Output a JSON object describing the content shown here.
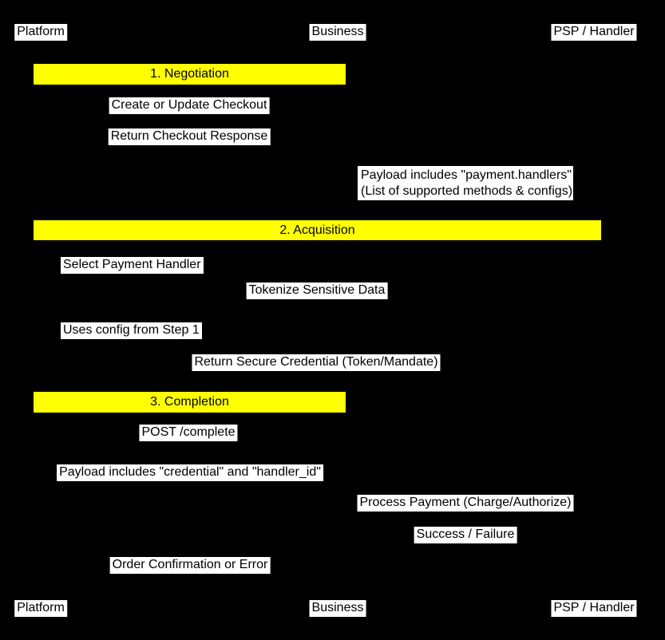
{
  "diagram": {
    "type": "sequence-diagram",
    "background_color": "#000000",
    "divider_color": "#ffff00",
    "label_background": "#ffffff",
    "text_color": "#000000"
  },
  "actors": {
    "platform": "Platform",
    "business": "Business",
    "psp": "PSP / Handler"
  },
  "sections": [
    {
      "label": "1. Negotiation"
    },
    {
      "label": "2. Acquisition"
    },
    {
      "label": "3. Completion"
    }
  ],
  "messages": {
    "create_checkout": "Create or Update Checkout",
    "return_checkout": "Return Checkout Response",
    "select_handler": "Select Payment Handler",
    "tokenize": "Tokenize Sensitive Data",
    "uses_config": "Uses config from Step 1",
    "return_credential": "Return Secure Credential (Token/Mandate)",
    "post_complete": "POST /complete",
    "payload_credential": "Payload includes \"credential\" and \"handler_id\"",
    "process_payment": "Process Payment (Charge/Authorize)",
    "success_failure": "Success / Failure",
    "order_confirmation": "Order Confirmation or Error"
  },
  "notes": {
    "payment_handlers_line1": "Payload includes \"payment.handlers\"",
    "payment_handlers_line2": "(List of supported methods & configs)"
  }
}
